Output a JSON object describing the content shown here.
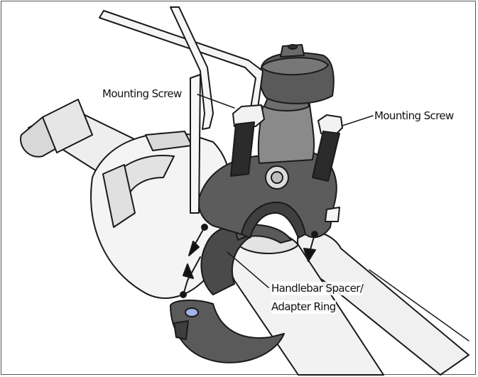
{
  "labels": {
    "mounting_screw_left": "Mounting Screw",
    "mounting_screw_right": "Mounting Screw",
    "spacer_line1": "Handlebar Spacer/",
    "spacer_line2": "Adapter Ring"
  },
  "colors": {
    "outline": "#1a1a1a",
    "white_part": "#f4f4f4",
    "light_gray": "#d9d9d9",
    "mid_gray": "#8a8a8a",
    "dark_gray": "#5a5a5a",
    "darker_gray": "#4a4a4a",
    "accent_blue": "#9fb4e8"
  }
}
